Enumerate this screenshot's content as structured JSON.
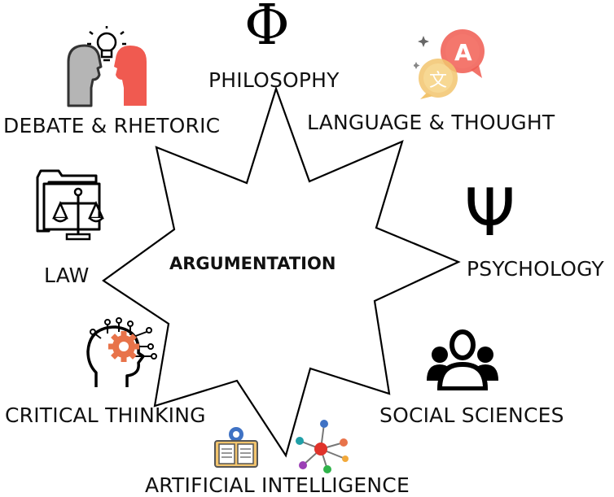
{
  "center": {
    "label": "ARGUMENTATION"
  },
  "fields": [
    {
      "key": "philosophy",
      "label": "PHILOSOPHY",
      "icon": "phi-symbol-icon",
      "glyph": "Φ"
    },
    {
      "key": "language",
      "label": "LANGUAGE & THOUGHT",
      "icon": "translate-bubbles-icon",
      "glyph_a": "A",
      "glyph_b": "文"
    },
    {
      "key": "psychology",
      "label": "PSYCHOLOGY",
      "icon": "psi-symbol-icon",
      "glyph": "Ψ"
    },
    {
      "key": "social",
      "label": "SOCIAL SCIENCES",
      "icon": "people-group-icon"
    },
    {
      "key": "ai",
      "label": "ARTIFICIAL INTELLIGENCE",
      "icon": "network-nodes-icon"
    },
    {
      "key": "critical",
      "label": "CRITICAL THINKING",
      "icon": "head-gear-circuit-icon"
    },
    {
      "key": "law",
      "label": "LAW",
      "icon": "folder-scales-icon"
    },
    {
      "key": "debate",
      "label": "DEBATE & RHETORIC",
      "icon": "two-heads-lightbulb-icon"
    }
  ],
  "colors": {
    "accent_red": "#f05a50",
    "accent_orange": "#e8734a",
    "accent_yellow": "#f2c46d",
    "grey_head": "#b5b5b5",
    "node_blue": "#3f72c4",
    "node_green": "#2fb34a",
    "node_purple": "#9b3fb5",
    "node_teal": "#20a0a8"
  }
}
